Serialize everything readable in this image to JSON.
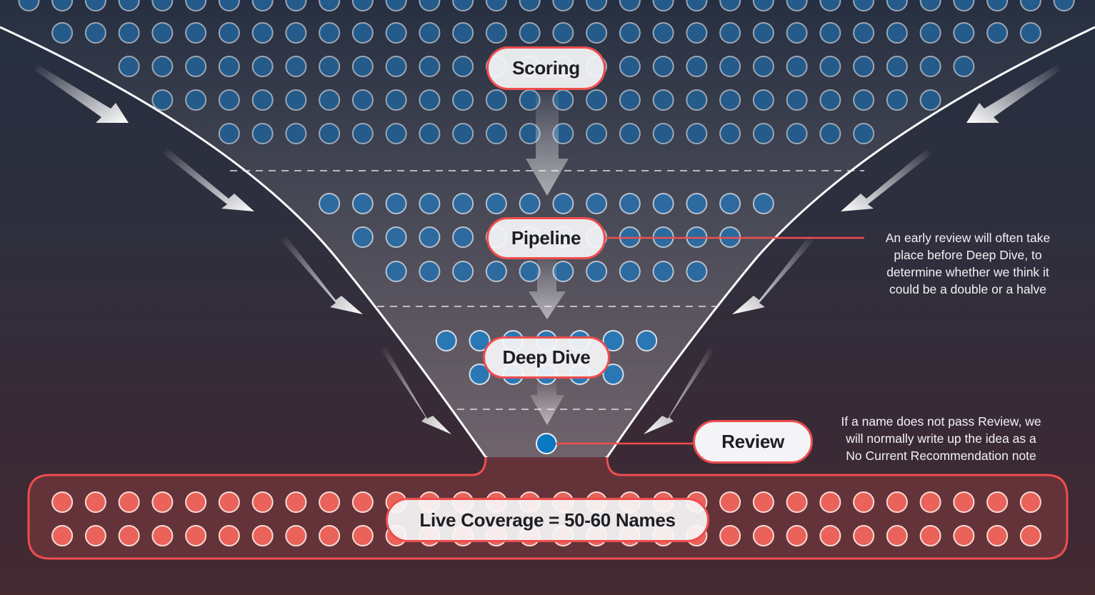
{
  "stages": {
    "scoring": "Scoring",
    "pipeline": "Pipeline",
    "deep_dive": "Deep Dive",
    "review": "Review",
    "live_coverage": "Live Coverage = 50-60 Names"
  },
  "notes": {
    "pipeline_note": [
      "An early review will often take",
      "place before Deep Dive, to",
      "determine whether we think it",
      "could be a double or a halve"
    ],
    "review_note": [
      "If a name does not pass Review, we",
      "will normally write up the idea as a",
      "No Current Recommendation note"
    ]
  },
  "colors": {
    "accent_red": "#ee4d4d",
    "funnel_dot_blue": "#245b8a",
    "review_dot_blue": "#0a78c2",
    "coverage_dot_red": "#ea625a",
    "pill_fill": "#f4f4f6",
    "text_dark": "#1e1e24"
  },
  "dot_counts": {
    "scoring_rows": [
      32,
      30,
      26,
      24,
      20
    ],
    "pipeline_rows": [
      14,
      12,
      10
    ],
    "deep_dive_rows": [
      7,
      5
    ],
    "review_rows": [
      1
    ],
    "live_coverage_rows": [
      30,
      30
    ]
  }
}
